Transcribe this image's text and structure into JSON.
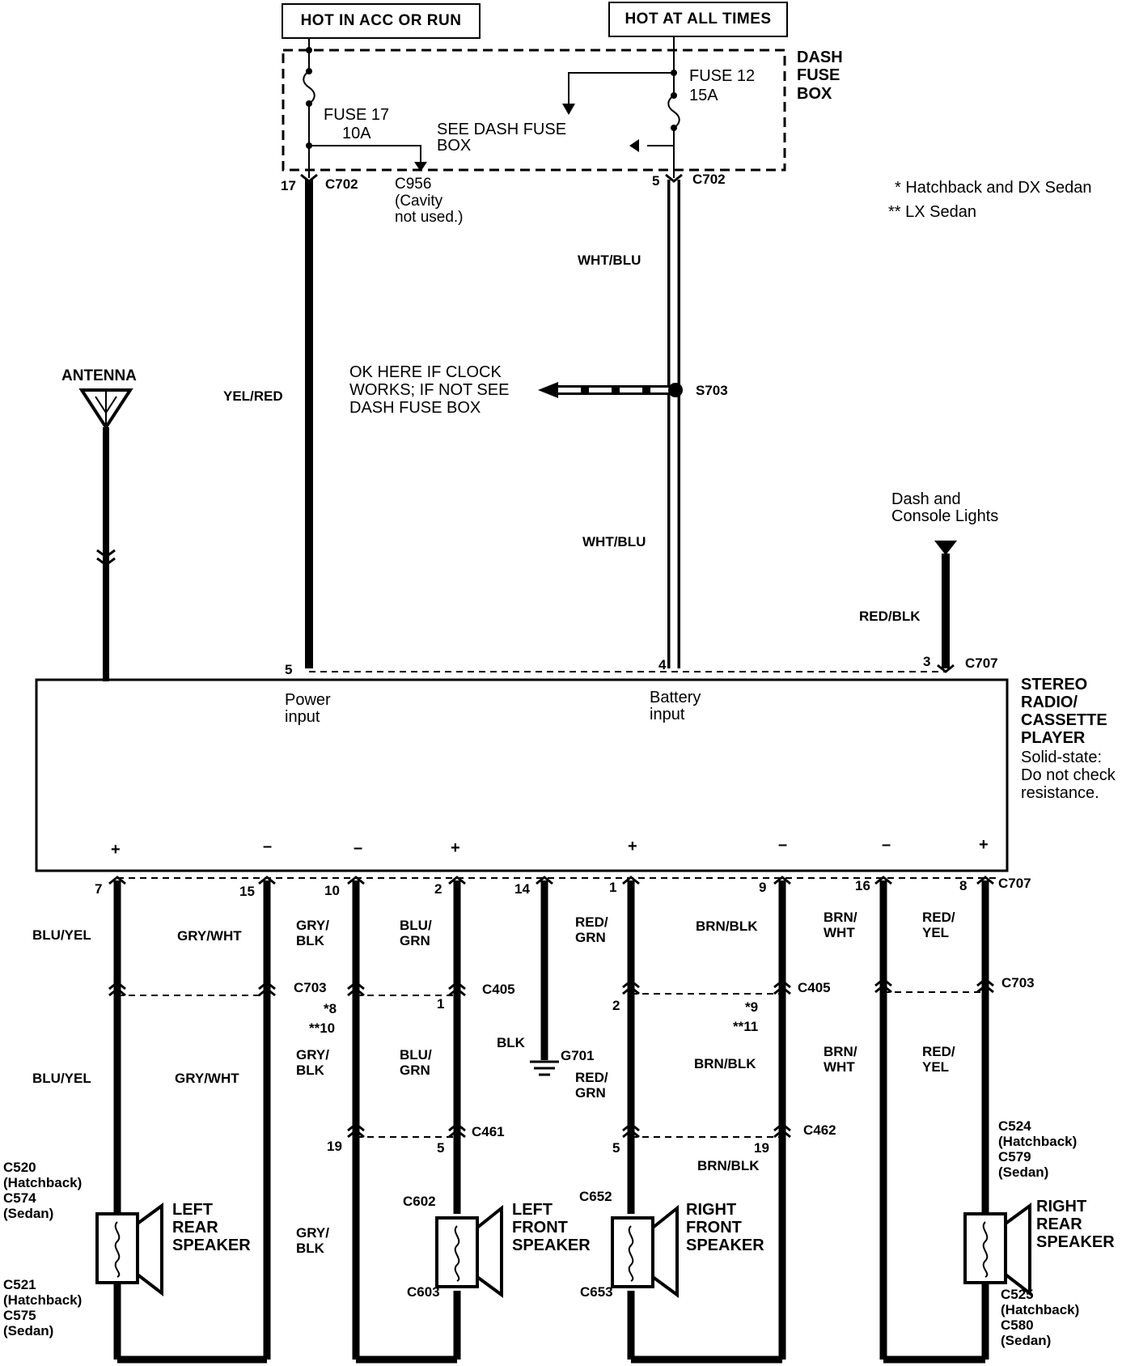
{
  "headers": {
    "acc_run": "HOT IN ACC OR RUN",
    "all_times": "HOT AT ALL TIMES"
  },
  "dash_fuse_box": "DASH\nFUSE\nBOX",
  "fuse17": {
    "name": "FUSE 17",
    "rating": "10A"
  },
  "fuse12": {
    "name": "FUSE 12",
    "rating": "15A"
  },
  "see_dash_fuse_box": "SEE DASH FUSE\n BOX",
  "c956": "C956\n(Cavity\nnot used.)",
  "notes": {
    "star": "* Hatchback and DX Sedan",
    "dstar": "** LX Sedan"
  },
  "wires": {
    "yel_red": "YEL/RED",
    "wht_blu": "WHT/BLU",
    "red_blk": "RED/BLK",
    "blu_yel": "BLU/YEL",
    "gry_wht": "GRY/WHT",
    "gry_blk": "GRY/\nBLK",
    "gry_blk2": "GRY/\nBLK",
    "blu_grn": "BLU/\nGRN",
    "blk": "BLK",
    "red_grn": "RED/\nGRN",
    "brn_blk": "BRN/BLK",
    "brn_wht": "BRN/\nWHT",
    "red_yel": "RED/\nYEL"
  },
  "antenna": "ANTENNA",
  "clock_note": "OK HERE IF CLOCK\nWORKS; IF NOT SEE\nDASH FUSE BOX",
  "dash_lights": "Dash and\nConsole Lights",
  "radio": {
    "name": "STEREO\nRADIO/\nCASSETTE\nPLAYER",
    "note": "Solid-state:\nDo not check\nresistance.",
    "power_input": "Power\ninput",
    "battery_input": "Battery\ninput",
    "polarity": [
      "+",
      "–",
      "–",
      "+",
      "+",
      "–",
      "–",
      "+"
    ]
  },
  "connectors": {
    "c702": "C702",
    "c707": "C707",
    "s703": "S703",
    "c703": "C703",
    "c405": "C405",
    "c461": "C461",
    "c462": "C462",
    "g701": "G701",
    "c602": "C602",
    "c603": "C603",
    "c652": "C652",
    "c653": "C653",
    "c520_574": "C520\n(Hatchback)\nC574\n(Sedan)",
    "c521_575": "C521\n(Hatchback)\nC575\n(Sedan)",
    "c524_579": "C524\n(Hatchback)\nC579\n(Sedan)",
    "c525_580": "C525\n(Hatchback)\nC580\n(Sedan)"
  },
  "pins": {
    "p17": "17",
    "p5top": "5",
    "p5": "5",
    "p4": "4",
    "p3": "3",
    "bottom": [
      "7",
      "15",
      "10",
      "2",
      "14",
      "1",
      "9",
      "16",
      "8"
    ],
    "c703_8": "*8",
    "c703_10": "**10",
    "c405_1": "1",
    "c405_2": "2",
    "c405_9": "*9",
    "c405_11": "**11",
    "c461_19": "19",
    "c461_5": "5",
    "c462_5": "5",
    "c462_19": "19"
  },
  "speakers": {
    "lr": "LEFT\nREAR\nSPEAKER",
    "lf": "LEFT\nFRONT\nSPEAKER",
    "rf": "RIGHT\nFRONT\nSPEAKER",
    "rr": "RIGHT\nREAR\nSPEAKER"
  }
}
